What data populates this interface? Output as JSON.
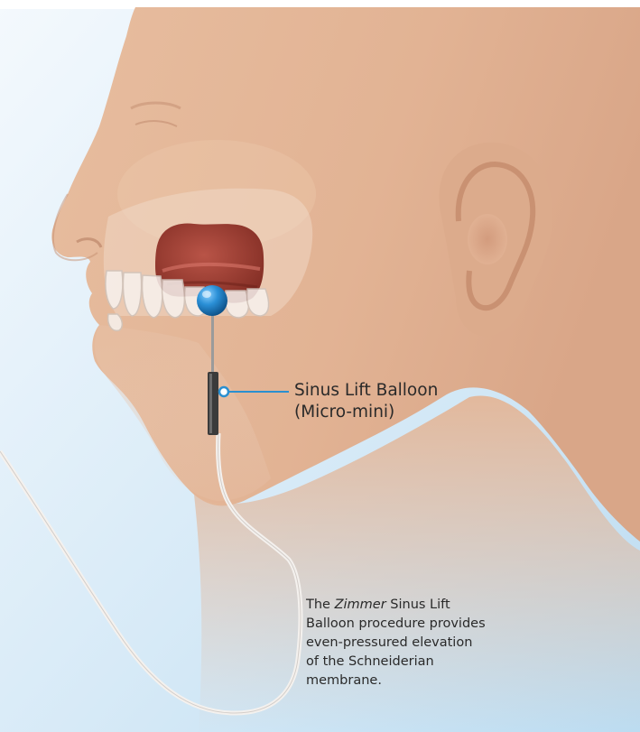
{
  "label": {
    "line1": "Sinus Lift Balloon",
    "line2": "(Micro-mini)"
  },
  "caption": {
    "brand": "Zimmer",
    "line1_rest": " Sinus Lift",
    "line2": "Balloon procedure provides",
    "line3": "even-pressured elevation",
    "line4": "of the Schneiderian",
    "line5": "membrane."
  },
  "colors": {
    "background_blue": "#cfe6f5",
    "skin": "#e8c0a2",
    "sinus": "#9a3a2c",
    "balloon": "#1f7fc4",
    "leader_line": "#2a8fd0"
  }
}
